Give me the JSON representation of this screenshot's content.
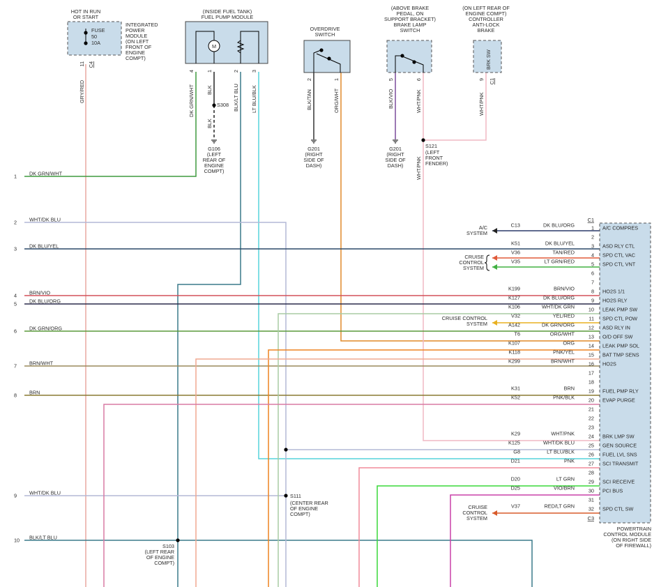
{
  "components": {
    "ipm": {
      "header": [
        "HOT IN RUN",
        "OR START"
      ],
      "fuse": [
        "FUSE",
        "50",
        "10A"
      ],
      "label": [
        "INTEGRATED",
        "POWER",
        "MODULE",
        "(ON LEFT",
        "FRONT OF",
        "ENGINE",
        "COMPT)"
      ],
      "pin": "11",
      "connector": "C4",
      "wire": "GRY/RED"
    },
    "fuel_pump": {
      "header": [
        "(INSIDE FUEL TANK)",
        "FUEL PUMP MODULE"
      ],
      "motor": "M",
      "pins": [
        "4",
        "1",
        "2",
        "3"
      ],
      "wires": [
        "DK GRN/WHT",
        "BLK",
        "BLK/LT BLU",
        "LT BLU/BLK"
      ],
      "splice": "S308",
      "wire_below": "BLK",
      "ground": "G106",
      "ground_label": [
        "(LEFT",
        "REAR OF",
        "ENGINE",
        "COMPT)"
      ]
    },
    "overdrive": {
      "header": [
        "OVERDRIVE",
        "SWITCH"
      ],
      "pins": [
        "2",
        "1"
      ],
      "wires": [
        "BLK/TAN",
        "ORG/WHT"
      ],
      "ground": "G201",
      "ground_label": [
        "(RIGHT",
        "SIDE OF",
        "DASH)"
      ]
    },
    "brake_lamp": {
      "header": [
        "(ABOVE BRAKE",
        "PEDAL, ON",
        "SUPPORT BRACKET)",
        "BRAKE LAMP",
        "SWITCH"
      ],
      "pins": [
        "5",
        "6"
      ],
      "wires": [
        "BLK/VIO",
        "WHT/PNK"
      ],
      "ground": "G201",
      "ground_label": [
        "(RIGHT",
        "SIDE OF",
        "DASH)"
      ],
      "splice": "S121",
      "splice_label": [
        "(LEFT",
        "FRONT",
        "FENDER)"
      ],
      "wire_below": "WHT/PNK"
    },
    "abs": {
      "header": [
        "(ON LEFT REAR OF",
        "ENGINE COMPT)",
        "CONTROLLER",
        "ANTI-LOCK",
        "BRAKE"
      ],
      "inner": "BRK SW",
      "pin": "9",
      "connector": "C1",
      "wire": "WHT/PNK"
    }
  },
  "left_rows": [
    {
      "num": "1",
      "wire": "DK GRN/WHT"
    },
    {
      "num": "2",
      "wire": "WHT/DK BLU"
    },
    {
      "num": "3",
      "wire": "DK BLU/YEL"
    },
    {
      "num": "4",
      "wire": "BRN/VIO"
    },
    {
      "num": "5",
      "wire": "DK BLU/ORG"
    },
    {
      "num": "6",
      "wire": "DK GRN/ORG"
    },
    {
      "num": "7",
      "wire": "BRN/WHT"
    },
    {
      "num": "8",
      "wire": "BRN"
    },
    {
      "num": "9",
      "wire": "WHT/DK BLU"
    },
    {
      "num": "10",
      "wire": "BLK/LT BLU"
    }
  ],
  "pcm": {
    "title": [
      "POWERTRAIN",
      "CONTROL MODULE",
      "(ON RIGHT SIDE",
      "OF FIREWALL)"
    ],
    "connector_top": "C1",
    "connector_bottom": "C3",
    "pins": [
      {
        "pin": "1",
        "circuit": "C13",
        "wire": "DK BLU/ORG",
        "function": "A/C COMPRES"
      },
      {
        "pin": "2",
        "circuit": "",
        "wire": "",
        "function": ""
      },
      {
        "pin": "3",
        "circuit": "K51",
        "wire": "DK BLU/YEL",
        "function": "ASD RLY CTL"
      },
      {
        "pin": "4",
        "circuit": "V36",
        "wire": "TAN/RED",
        "function": "SPD CTL VAC"
      },
      {
        "pin": "5",
        "circuit": "V35",
        "wire": "LT GRN/RED",
        "function": "SPD CTL VNT"
      },
      {
        "pin": "6",
        "circuit": "",
        "wire": "",
        "function": ""
      },
      {
        "pin": "7",
        "circuit": "",
        "wire": "",
        "function": ""
      },
      {
        "pin": "8",
        "circuit": "K199",
        "wire": "BRN/VIO",
        "function": "HO2S 1/1"
      },
      {
        "pin": "9",
        "circuit": "K127",
        "wire": "DK BLU/ORG",
        "function": "HO2S RLY"
      },
      {
        "pin": "10",
        "circuit": "K106",
        "wire": "WHT/DK GRN",
        "function": "LEAK PMP SW"
      },
      {
        "pin": "11",
        "circuit": "V32",
        "wire": "YEL/RED",
        "function": "SPD CTL POW"
      },
      {
        "pin": "12",
        "circuit": "A142",
        "wire": "DK GRN/ORG",
        "function": "ASD RLY IN"
      },
      {
        "pin": "13",
        "circuit": "T6",
        "wire": "ORG/WHT",
        "function": "O/D OFF SW"
      },
      {
        "pin": "14",
        "circuit": "K107",
        "wire": "ORG",
        "function": "LEAK PMP SOL"
      },
      {
        "pin": "15",
        "circuit": "K118",
        "wire": "PNK/YEL",
        "function": "BAT TMP SENS"
      },
      {
        "pin": "16",
        "circuit": "K299",
        "wire": "BRN/WHT",
        "function": "HO2S"
      },
      {
        "pin": "17",
        "circuit": "",
        "wire": "",
        "function": ""
      },
      {
        "pin": "18",
        "circuit": "",
        "wire": "",
        "function": ""
      },
      {
        "pin": "19",
        "circuit": "K31",
        "wire": "BRN",
        "function": "FUEL PMP RLY"
      },
      {
        "pin": "20",
        "circuit": "K52",
        "wire": "PNK/BLK",
        "function": "EVAP PURGE"
      },
      {
        "pin": "21",
        "circuit": "",
        "wire": "",
        "function": ""
      },
      {
        "pin": "22",
        "circuit": "",
        "wire": "",
        "function": ""
      },
      {
        "pin": "23",
        "circuit": "",
        "wire": "",
        "function": ""
      },
      {
        "pin": "24",
        "circuit": "K29",
        "wire": "WHT/PNK",
        "function": "BRK LMP SW"
      },
      {
        "pin": "25",
        "circuit": "K125",
        "wire": "WHT/DK BLU",
        "function": "GEN SOURCE"
      },
      {
        "pin": "26",
        "circuit": "G8",
        "wire": "LT BLU/BLK",
        "function": "FUEL LVL SNS"
      },
      {
        "pin": "27",
        "circuit": "D21",
        "wire": "PNK",
        "function": "SCI TRANSMIT"
      },
      {
        "pin": "28",
        "circuit": "",
        "wire": "",
        "function": ""
      },
      {
        "pin": "29",
        "circuit": "D20",
        "wire": "LT GRN",
        "function": "SCI RECEIVE"
      },
      {
        "pin": "30",
        "circuit": "D25",
        "wire": "VIO/BRN",
        "function": "PCI BUS"
      },
      {
        "pin": "31",
        "circuit": "",
        "wire": "",
        "function": ""
      },
      {
        "pin": "32",
        "circuit": "V37",
        "wire": "RED/LT GRN",
        "function": "SPD CTL SW"
      }
    ]
  },
  "destinations": {
    "ac_system": [
      "A/C",
      "SYSTEM"
    ],
    "cruise_top": [
      "CRUISE",
      "CONTROL",
      "SYSTEM"
    ],
    "cruise_mid": [
      "CRUISE CONTROL",
      "SYSTEM"
    ],
    "cruise_bottom": [
      "CRUISE",
      "CONTROL",
      "SYSTEM"
    ]
  },
  "splices": {
    "s111": {
      "name": "S111",
      "label": [
        "(CENTER REAR",
        "OF ENGINE",
        "COMPT)"
      ]
    },
    "s103": {
      "name": "S103",
      "label": [
        "(LEFT REAR",
        "OF ENGINE",
        "COMPT)"
      ]
    }
  },
  "colors": {
    "gry_red": "#e8a8a0",
    "dk_grn_wht": "#3f9a3f",
    "blk": "#222222",
    "blk_lt_blu": "#3a7a8a",
    "lt_blu_blk": "#55d4dc",
    "blk_tan": "#333333",
    "org_wht": "#e08a2a",
    "blk_vio": "#7a4a9a",
    "wht_pnk": "#f0b8c4",
    "wht_dk_blu": "#b4b8d6",
    "dk_blu_yel": "#2c4868",
    "brn_vio": "#d4505a",
    "dk_blu_org": "#2a2a4a",
    "wht_dk_grn": "#a8cba4",
    "yel_red": "#e8b020",
    "dk_grn_org": "#5a9a3a",
    "org": "#ee8420",
    "pnk_yel": "#f0a890",
    "brn_wht": "#9a8a5a",
    "brn": "#8a7a30",
    "pnk_blk": "#d87aa4",
    "lt_blu_blk2": "#5ad0e0",
    "pnk": "#f08a9a",
    "lt_grn": "#38d838",
    "vio_brn": "#c840a8",
    "red_lt_grn": "#d85a2a",
    "tan_red": "#e05a3a",
    "lt_grn_red": "#40b040",
    "dk_blu_org_ac": "#2a3a6a"
  }
}
